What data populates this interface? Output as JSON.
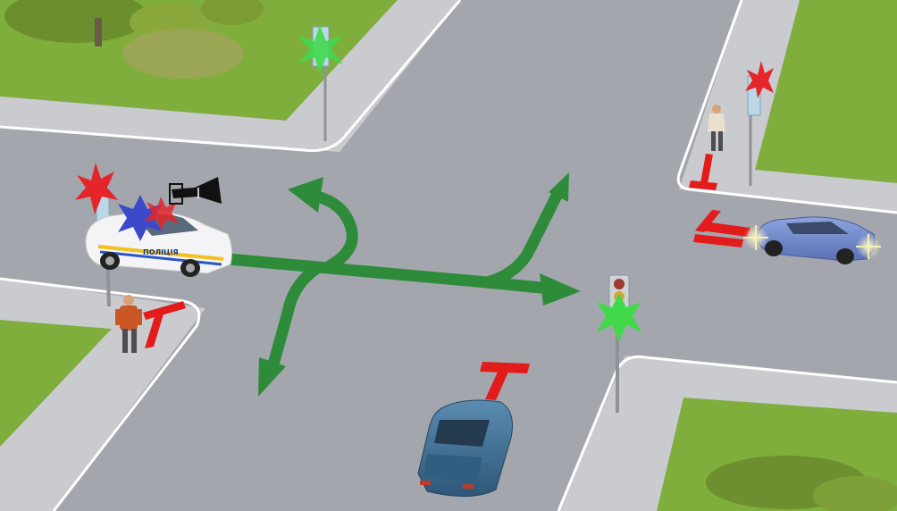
{
  "scene": {
    "type": "intersection",
    "colors": {
      "grass": "#7fae3c",
      "road": "#a3a7ad",
      "sidewalk": "#c9cbcf",
      "curb_line": "#ffffff",
      "arrow": "#2e8b3a",
      "stop_bar": "#e31b1b",
      "light_green": "#41d84c",
      "light_red": "#e4262a",
      "star_blue": "#3b4ac9",
      "police_car": "#f4f4f6",
      "blue_car": "#6f86c6",
      "dark_car": "#3f6f93"
    }
  },
  "police_car": {
    "label": "ПОЛІЦІЯ"
  },
  "vehicles": [
    {
      "name": "police-car",
      "flashing_lights": true,
      "horn": true
    },
    {
      "name": "blue-sedan",
      "turn_signals": true
    },
    {
      "name": "dark-blue-sedan"
    }
  ],
  "signals": [
    {
      "name": "left-traffic-light",
      "state": "red"
    },
    {
      "name": "top-traffic-light",
      "state": "green"
    },
    {
      "name": "right-traffic-light",
      "state": "red"
    },
    {
      "name": "bottom-traffic-light",
      "state": "green"
    }
  ],
  "pedestrians": [
    {
      "name": "pedestrian-left"
    },
    {
      "name": "pedestrian-right"
    }
  ],
  "arrow_directions": [
    "left",
    "straight",
    "right",
    "back-left"
  ]
}
